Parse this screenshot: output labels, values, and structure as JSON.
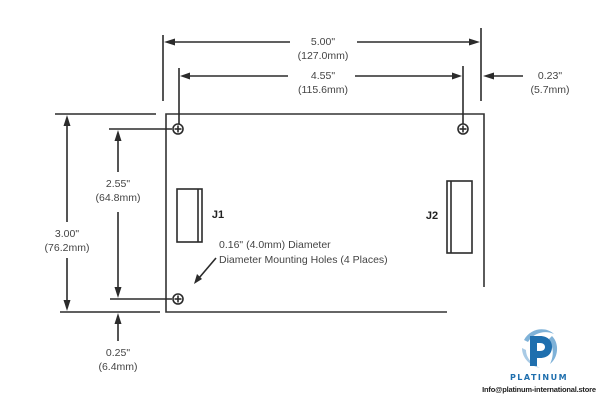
{
  "drawing": {
    "dimensions": {
      "overall_width": {
        "inches": "5.00\"",
        "mm": "(127.0mm)"
      },
      "hole_spacing_width": {
        "inches": "4.55\"",
        "mm": "(115.6mm)"
      },
      "right_offset": {
        "inches": "0.23\"",
        "mm": "(5.7mm)"
      },
      "overall_height": {
        "inches": "3.00\"",
        "mm": "(76.2mm)"
      },
      "hole_spacing_height": {
        "inches": "2.55\"",
        "mm": "(64.8mm)"
      },
      "bottom_offset": {
        "inches": "0.25\"",
        "mm": "(6.4mm)"
      }
    },
    "connectors": {
      "j1": "J1",
      "j2": "J2"
    },
    "note": {
      "line1": "0.16\" (4.0mm) Diameter",
      "line2": "Diameter Mounting Holes (4 Places)"
    },
    "icons": {
      "mounting_hole": "circle-plus-icon"
    }
  },
  "watermark": {
    "brand": "PLATINUM",
    "email": "Info@platinum-international.store",
    "brand_color": "#1f6fae",
    "icon": "platinum-p-logo-icon"
  }
}
